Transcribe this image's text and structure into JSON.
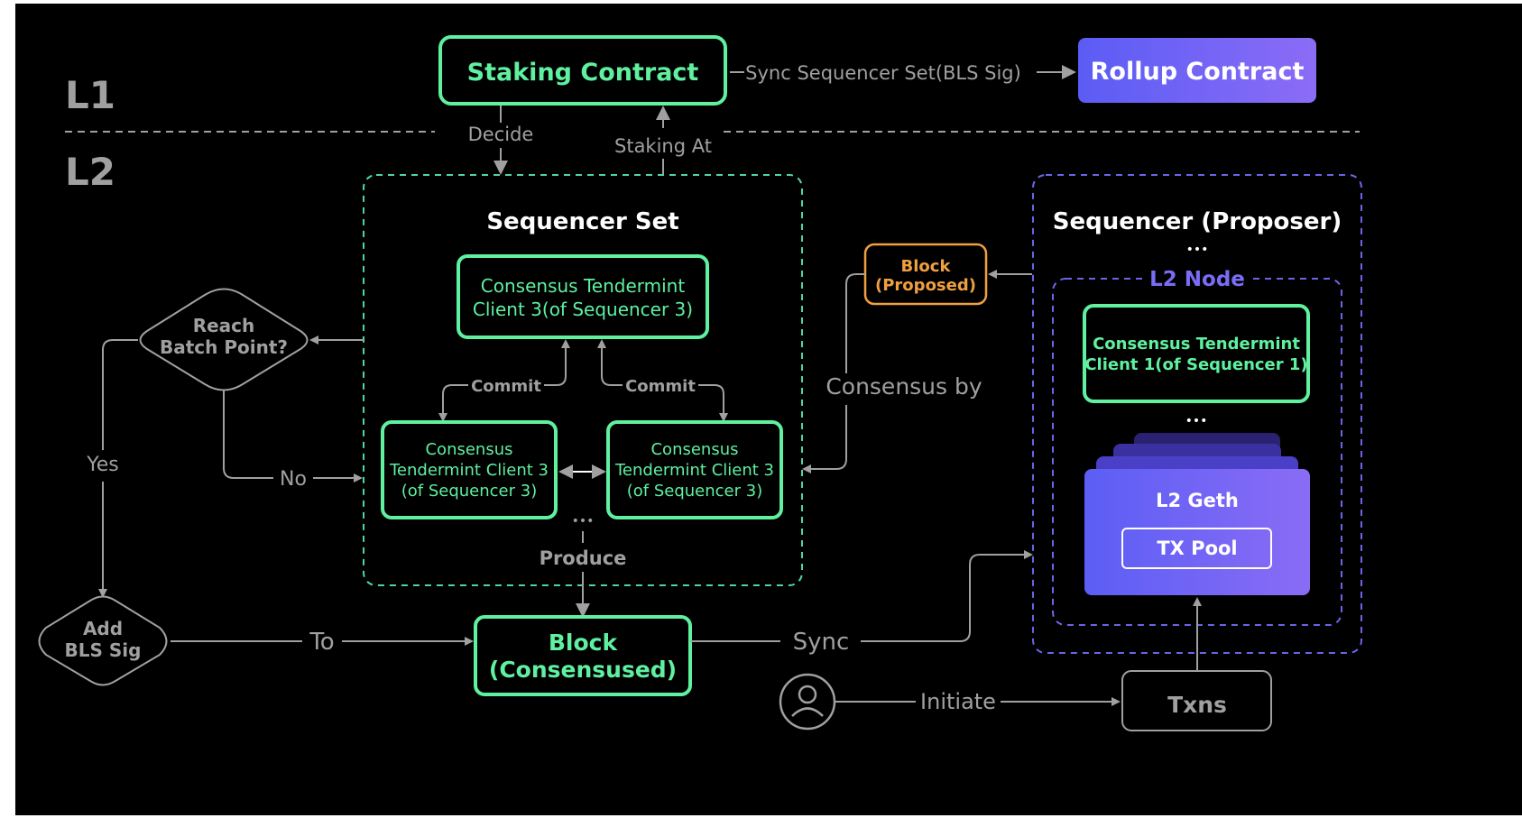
{
  "layers": {
    "l1": "L1",
    "l2": "L2"
  },
  "nodes": {
    "staking_contract": "Staking Contract",
    "rollup_contract": "Rollup Contract",
    "sequencer_set_title": "Sequencer Set",
    "client_top": [
      "Consensus Tendermint",
      "Client 3(of Sequencer 3)"
    ],
    "client_left": [
      "Consensus",
      "Tendermint Client 3",
      "(of Sequencer 3)"
    ],
    "client_right": [
      "Consensus",
      "Tendermint Client 3",
      "(of Sequencer 3)"
    ],
    "reach_batch": [
      "Reach",
      "Batch Point?"
    ],
    "add_bls": [
      "Add",
      "BLS Sig"
    ],
    "block_consensused": [
      "Block",
      "(Consensused)"
    ],
    "block_proposed": [
      "Block",
      "(Proposed)"
    ],
    "proposer_title": "Sequencer (Proposer)",
    "l2_node": "L2 Node",
    "client_proposer": [
      "Consensus Tendermint",
      "Client 1(of Sequencer 1)"
    ],
    "l2_geth": "L2 Geth",
    "tx_pool": "TX Pool",
    "txns": "Txns",
    "ellipsis": "•••"
  },
  "edge_labels": {
    "sync_set": "Sync Sequencer Set(BLS Sig)",
    "decide": "Decide",
    "staking_at": "Staking At",
    "commit_left": "Commit",
    "commit_right": "Commit",
    "yes": "Yes",
    "no": "No",
    "produce": "Produce",
    "to": "To",
    "sync": "Sync",
    "consensus_by": "Consensus by",
    "initiate": "Initiate"
  },
  "colors": {
    "green": "#5ff0a0",
    "purple": "#7b6cf6",
    "orange": "#f0a040",
    "gray": "#a0a0a0",
    "white": "#ffffff"
  },
  "icons": {
    "user": "user-icon"
  }
}
